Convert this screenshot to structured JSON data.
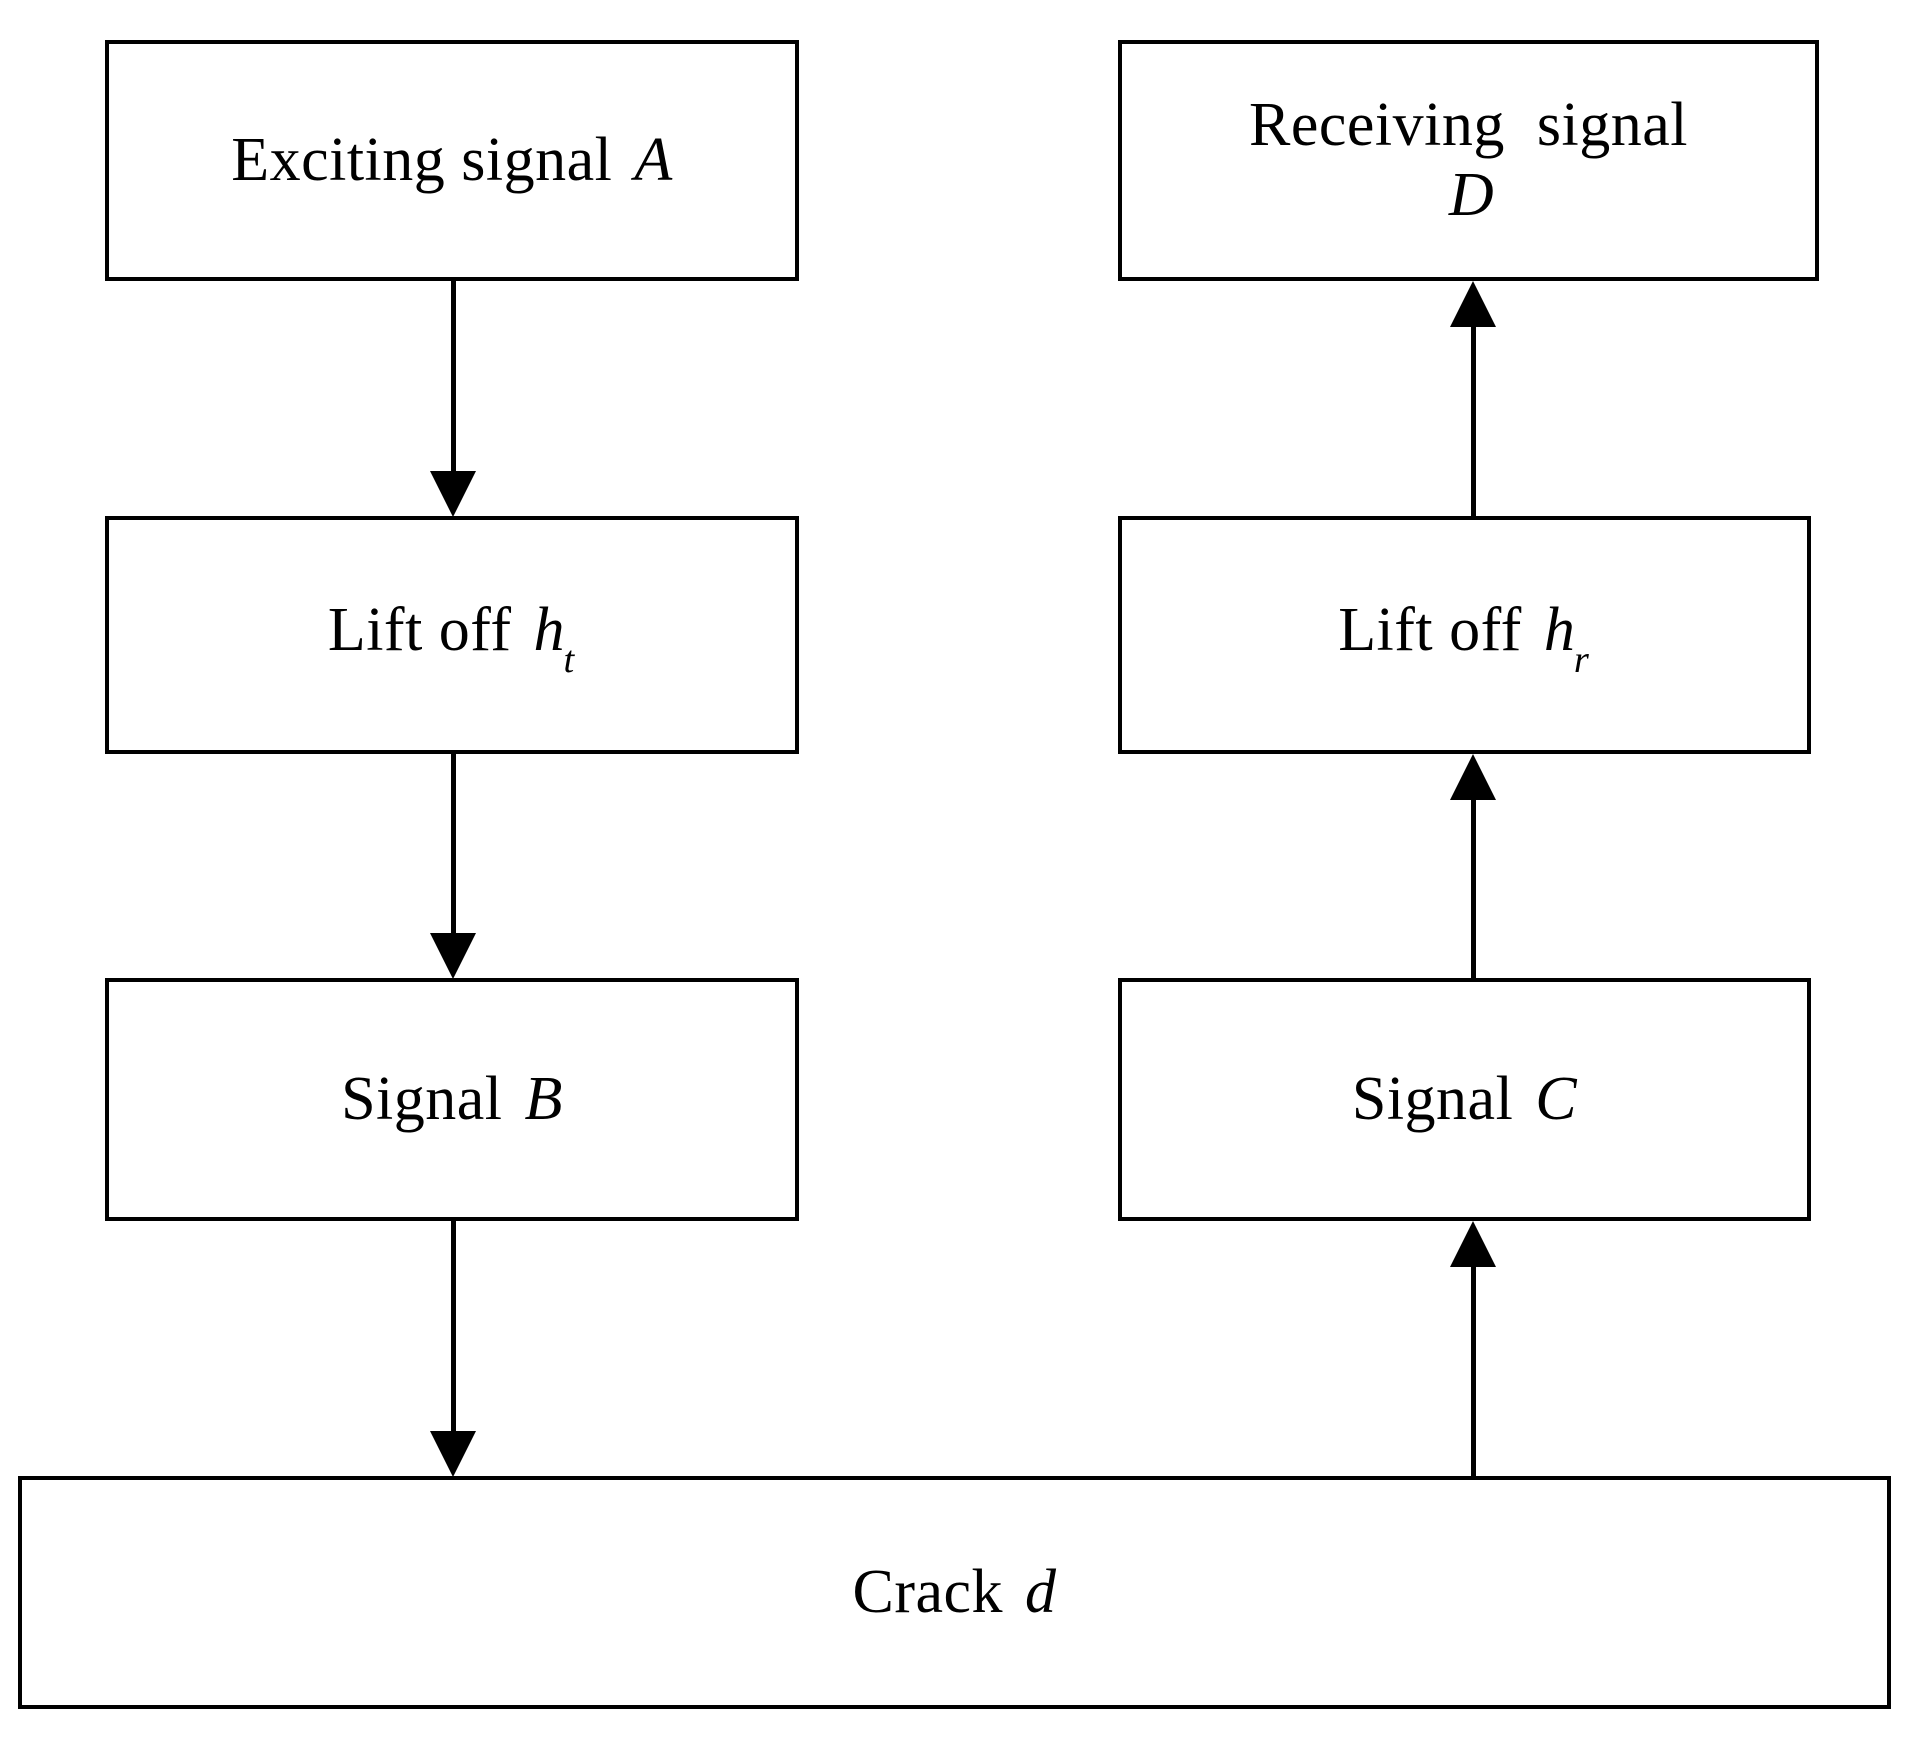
{
  "diagram": {
    "type": "flowchart",
    "background_color": "#ffffff",
    "line_color": "#000000",
    "nodes": [
      {
        "id": "exciting-signal",
        "text": "Exciting signal ",
        "variable": "A",
        "subscript": ""
      },
      {
        "id": "receiving-signal",
        "text": "Receiving  signal\n",
        "variable": "D",
        "subscript": ""
      },
      {
        "id": "lift-off-t",
        "text": "Lift off ",
        "variable": "h",
        "subscript": "t"
      },
      {
        "id": "lift-off-r",
        "text": "Lift off ",
        "variable": "h",
        "subscript": "r"
      },
      {
        "id": "signal-b",
        "text": "Signal ",
        "variable": "B",
        "subscript": ""
      },
      {
        "id": "signal-c",
        "text": "Signal ",
        "variable": "C",
        "subscript": ""
      },
      {
        "id": "crack",
        "text": "Crack ",
        "variable": "d",
        "subscript": ""
      }
    ],
    "edges": [
      {
        "id": "a-to-lift-t",
        "from": "exciting-signal",
        "to": "lift-off-t",
        "direction": "down"
      },
      {
        "id": "lift-t-to-b",
        "from": "lift-off-t",
        "to": "signal-b",
        "direction": "down"
      },
      {
        "id": "b-to-crack",
        "from": "signal-b",
        "to": "crack",
        "direction": "down"
      },
      {
        "id": "crack-to-c",
        "from": "crack",
        "to": "signal-c",
        "direction": "up"
      },
      {
        "id": "c-to-lift-r",
        "from": "signal-c",
        "to": "lift-off-r",
        "direction": "up"
      },
      {
        "id": "lift-r-to-d",
        "from": "lift-off-r",
        "to": "receiving-signal",
        "direction": "up"
      }
    ]
  }
}
